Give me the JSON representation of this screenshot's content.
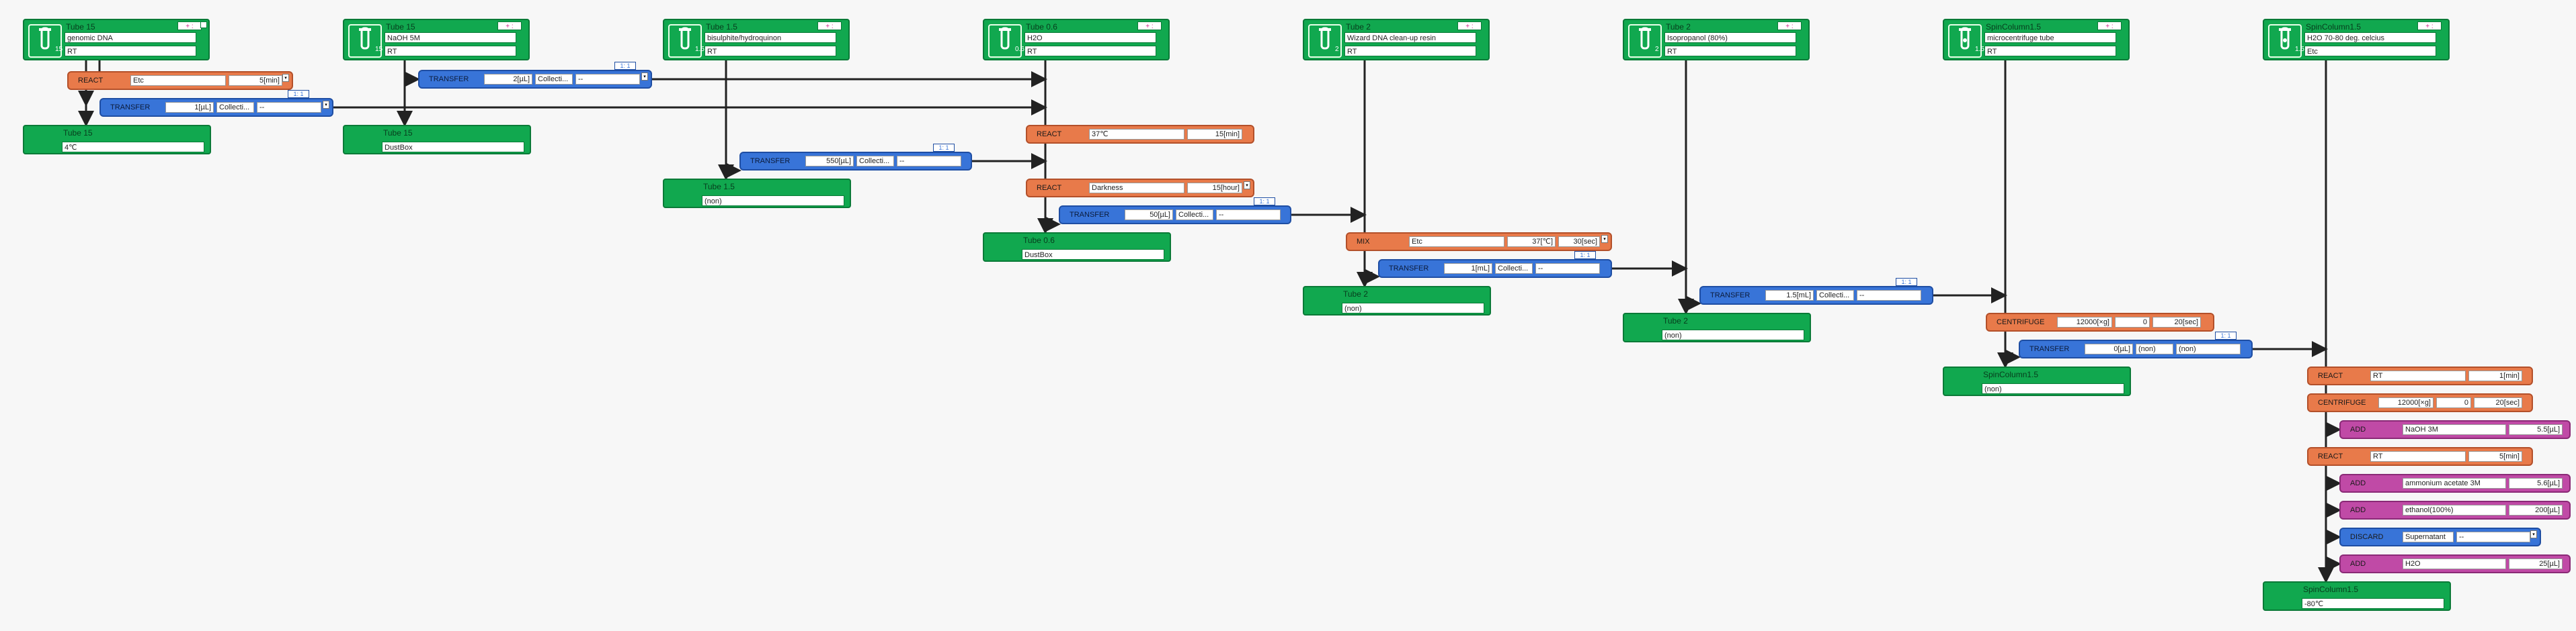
{
  "tubes": [
    {
      "title": "Tube 15",
      "fields": [
        "genomic DNA",
        "RT"
      ],
      "ctl": "+ :",
      "num": "15"
    },
    {
      "title": "Tube 15",
      "fields": [
        "NaOH 5M",
        "RT"
      ],
      "ctl": "+ :",
      "num": "15"
    },
    {
      "title": "Tube 1.5",
      "fields": [
        "bisulphite/hydroquinon",
        "RT"
      ],
      "ctl": "+ :",
      "num": "1.5"
    },
    {
      "title": "Tube 0.6",
      "fields": [
        "H2O",
        "RT"
      ],
      "ctl": "+ :",
      "num": "0.6"
    },
    {
      "title": "Tube 2",
      "fields": [
        "Wizard DNA clean-up resin",
        "RT"
      ],
      "ctl": "+ :",
      "num": "2"
    },
    {
      "title": "Tube 2",
      "fields": [
        "Isopropanol (80%)",
        "RT"
      ],
      "ctl": "+ :",
      "num": "2"
    },
    {
      "title": "SpinColumn1.5",
      "fields": [
        "microcentrifuge tube",
        "RT"
      ],
      "ctl": "+ :",
      "num": "1.5"
    },
    {
      "title": "SpinColumn1.5",
      "fields": [
        "H2O 70-80 deg. celcius",
        "Etc"
      ],
      "ctl": "+ :",
      "num": "1.5"
    }
  ],
  "outputs": [
    {
      "title": "Tube 15",
      "value": "4℃"
    },
    {
      "title": "Tube 15",
      "value": "DustBox"
    },
    {
      "title": "Tube 1.5",
      "value": "(non)"
    },
    {
      "title": "Tube 0.6",
      "value": "DustBox"
    },
    {
      "title": "Tube 2",
      "value": "(non)"
    },
    {
      "title": "Tube 2",
      "value": "(non)"
    },
    {
      "title": "SpinColumn1.5",
      "value": "(non)"
    },
    {
      "title": "SpinColumn1.5",
      "value": "-80℃"
    }
  ],
  "ops": [
    {
      "type": "REACT",
      "fields": [
        "Etc",
        "5[min]"
      ]
    },
    {
      "type": "TRANSFER",
      "fields": [
        "1[µL]",
        "Collecti...",
        "--"
      ],
      "tag": "1: 1"
    },
    {
      "type": "TRANSFER",
      "fields": [
        "2[µL]",
        "Collecti...",
        "--"
      ],
      "tag": "1: 1"
    },
    {
      "type": "TRANSFER",
      "fields": [
        "550[µL]",
        "Collecti...",
        "--"
      ],
      "tag": "1: 1"
    },
    {
      "type": "REACT",
      "fields": [
        "37℃",
        "15[min]"
      ]
    },
    {
      "type": "REACT",
      "fields": [
        "Darkness",
        "15[hour]"
      ]
    },
    {
      "type": "TRANSFER",
      "fields": [
        "50[µL]",
        "Collecti...",
        "--"
      ],
      "tag": "1: 1"
    },
    {
      "type": "MIX",
      "fields": [
        "Etc",
        "37[℃]",
        "30[sec]"
      ]
    },
    {
      "type": "TRANSFER",
      "fields": [
        "1[mL]",
        "Collecti...",
        "--"
      ],
      "tag": "1: 1"
    },
    {
      "type": "TRANSFER",
      "fields": [
        "1.5[mL]",
        "Collecti...",
        "--"
      ],
      "tag": "1: 1"
    },
    {
      "type": "CENTRIFUGE",
      "fields": [
        "12000[×g]",
        "0",
        "20[sec]"
      ]
    },
    {
      "type": "TRANSFER",
      "fields": [
        "0[µL]",
        "(non)",
        "(non)"
      ],
      "tag": "1: 1"
    },
    {
      "type": "REACT",
      "fields": [
        "RT",
        "1[min]"
      ]
    },
    {
      "type": "CENTRIFUGE",
      "fields": [
        "12000[×g]",
        "0",
        "20[sec]"
      ]
    },
    {
      "type": "ADD",
      "fields": [
        "NaOH 3M",
        "5.5[µL]"
      ]
    },
    {
      "type": "REACT",
      "fields": [
        "RT",
        "5[min]"
      ]
    },
    {
      "type": "ADD",
      "fields": [
        "ammonium acetate 3M",
        "5.6[µL]"
      ]
    },
    {
      "type": "ADD",
      "fields": [
        "ethanol(100%)",
        "200[µL]"
      ]
    },
    {
      "type": "DISCARD",
      "fields": [
        "Supernatant",
        "--"
      ]
    },
    {
      "type": "ADD",
      "fields": [
        "H2O",
        "25[µL]"
      ]
    }
  ]
}
